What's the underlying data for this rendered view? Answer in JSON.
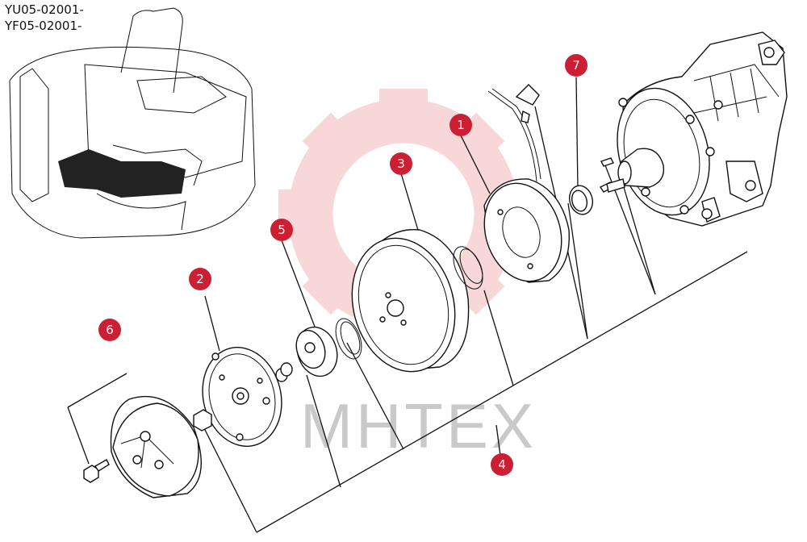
{
  "serials": [
    "YU05-02001-",
    "YF05-02001-"
  ],
  "watermark": {
    "text": "MHTEX",
    "color": "#f2b8b8"
  },
  "callout_color": "#cc1f33",
  "callouts": [
    {
      "label": "1"
    },
    {
      "label": "2"
    },
    {
      "label": "3"
    },
    {
      "label": "4"
    },
    {
      "label": "5"
    },
    {
      "label": "6"
    },
    {
      "label": "7"
    }
  ]
}
